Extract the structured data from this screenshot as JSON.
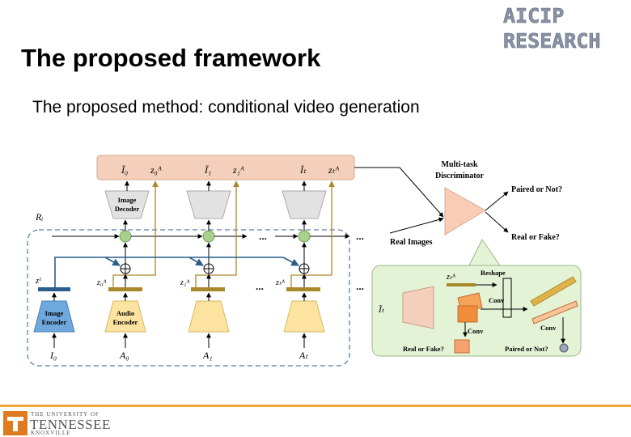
{
  "slide": {
    "title": "The proposed framework",
    "subtitle": "The proposed method: conditional video generation"
  },
  "logo": {
    "line1": "AICIP",
    "line2": "RESEARCH"
  },
  "footer": {
    "line1": "THE UNIVERSITY OF",
    "line2": "TENNESSEE",
    "line3": "KNOXVILLE"
  },
  "diagram": {
    "top_labels": [
      "Ĩ₀",
      "z₀ᴬ",
      "Ĩ₁",
      "z₁ᴬ",
      "Ĩₜ",
      "zₜᴬ"
    ],
    "image_decoder": "Image\nDecoder",
    "multitask_discriminator": "Multi-task\nDiscriminator",
    "paired_or_not": "Paired or Not?",
    "real_or_fake": "Real or Fake?",
    "real_images": "Real Images",
    "rt_label": "Rᵢ",
    "zi_label": "zᴵ",
    "z_labels": [
      "z₀ᴬ",
      "z₁ᴬ",
      "zₜᴬ"
    ],
    "image_encoder": "Image\nEncoder",
    "audio_encoder": "Audio\nEncoder",
    "bottom_labels": [
      "I₀",
      "A₀",
      "A₁",
      "Aₜ"
    ],
    "ellipsis": "...",
    "inset": {
      "zt": "zₜᴬ",
      "reshape": "Reshape",
      "it": "Ĩₜ",
      "conv1": "Conv",
      "conv2": "Conv",
      "conv3": "Conv",
      "real_or_fake": "Real or Fake?",
      "paired_or_not": "Paired or Not?"
    }
  }
}
